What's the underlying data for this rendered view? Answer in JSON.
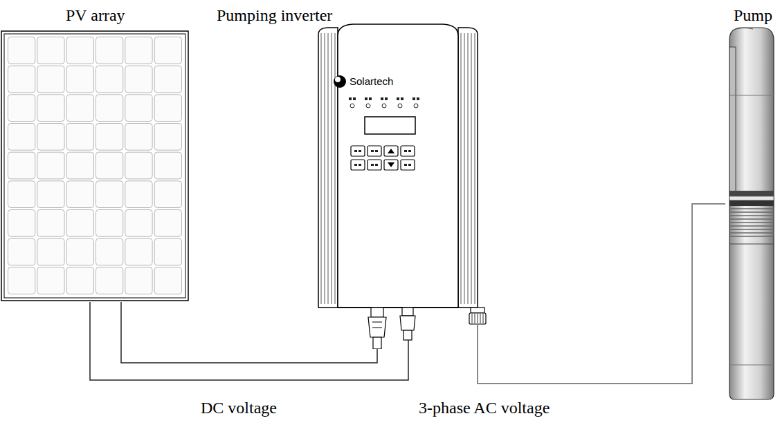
{
  "diagram": {
    "nodes": [
      {
        "text": [
          "PV array"
        ]
      },
      {
        "text": [
          "Pumping inverter",
          "Solartech"
        ]
      },
      {
        "text": [
          "Pump"
        ]
      }
    ],
    "edges": [
      {
        "from": 0,
        "to": 1,
        "arrow": "none",
        "label": "DC voltage"
      },
      {
        "from": 1,
        "to": 2,
        "arrow": "none",
        "label": "3-phase AC voltage"
      }
    ]
  }
}
